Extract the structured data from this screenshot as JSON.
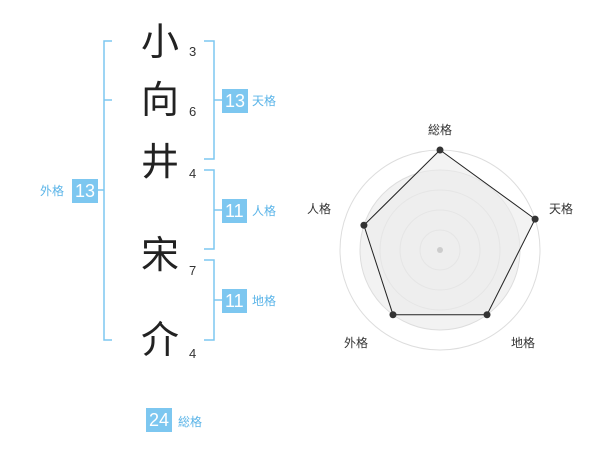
{
  "name": {
    "chars": [
      {
        "char": "小",
        "strokes": "3"
      },
      {
        "char": "向",
        "strokes": "6"
      },
      {
        "char": "井",
        "strokes": "4"
      },
      {
        "char": "宋",
        "strokes": "7"
      },
      {
        "char": "介",
        "strokes": "4"
      }
    ]
  },
  "fortunes": {
    "tenkaku": {
      "value": "13",
      "label": "天格"
    },
    "jinkaku": {
      "value": "11",
      "label": "人格"
    },
    "chikaku": {
      "value": "11",
      "label": "地格"
    },
    "gaikaku": {
      "value": "13",
      "label": "外格"
    },
    "soukaku": {
      "value": "24",
      "label": "総格"
    }
  },
  "colors": {
    "accent": "#7dc7f0",
    "accent_text": "#5ab4e8",
    "bracket": "#7dc7f0",
    "radar_fill": "#f2f2f2",
    "radar_line": "#222222"
  },
  "chart_data": {
    "type": "radar",
    "axes": [
      "総格",
      "天格",
      "地格",
      "外格",
      "人格"
    ],
    "values": [
      1.0,
      1.0,
      0.8,
      0.8,
      0.8
    ],
    "range": [
      0,
      1
    ],
    "grid": true
  }
}
